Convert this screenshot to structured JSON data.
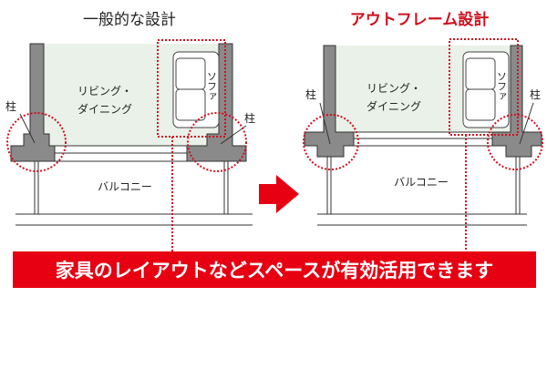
{
  "left": {
    "title": "一般的な設計",
    "room_line1": "リビング・",
    "room_line2": "ダイニング",
    "sofa": "ソファ",
    "pillar": "柱",
    "balcony": "バルコニー"
  },
  "right": {
    "title": "アウトフレーム設計",
    "room_line1": "リビング・",
    "room_line2": "ダイニング",
    "sofa": "ソファ",
    "pillar": "柱",
    "balcony": "バルコニー"
  },
  "banner": "家具のレイアウトなどスペースが有効活用できます",
  "colors": {
    "accent": "#e60012",
    "wall": "#888888",
    "room": "#e9f1e8"
  }
}
